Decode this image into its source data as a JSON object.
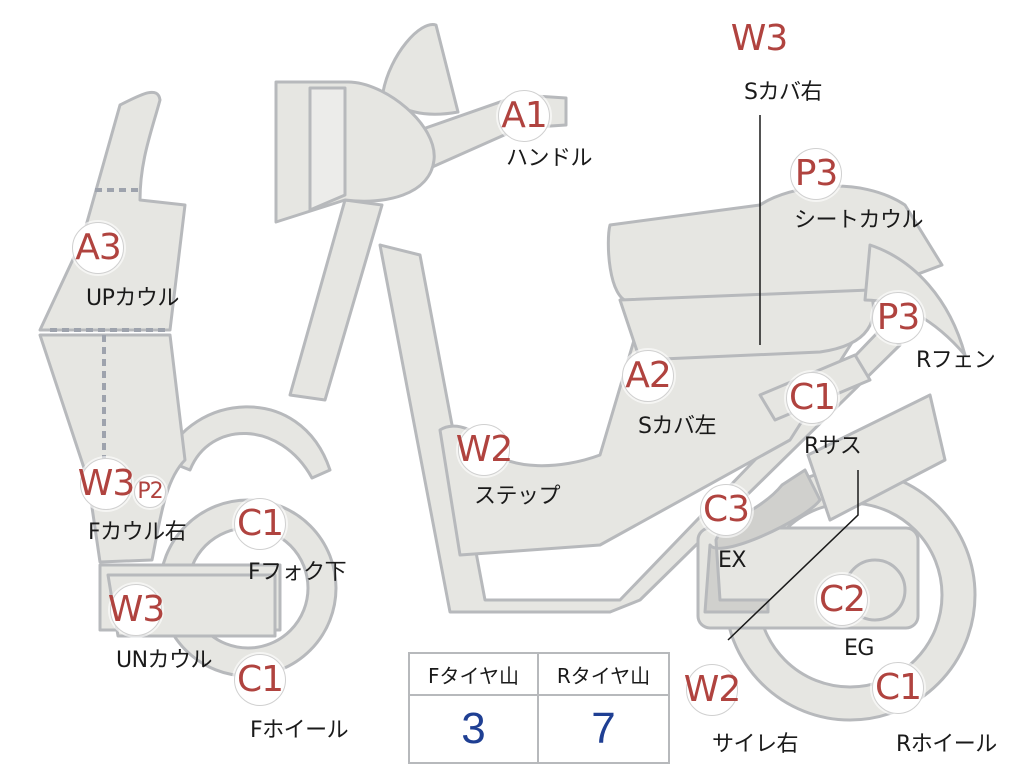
{
  "parts": [
    {
      "key": "handle",
      "code": "A1",
      "label": "ハンドル"
    },
    {
      "key": "up-cowl",
      "code": "A3",
      "label": "UPカウル"
    },
    {
      "key": "s-cover-left",
      "code": "A2",
      "label": "Sカバ左"
    },
    {
      "key": "s-cover-right",
      "code": "W3",
      "label": "Sカバ右"
    },
    {
      "key": "seat-cowl",
      "code": "P3",
      "label": "シートカウル"
    },
    {
      "key": "r-fender",
      "code": "P3",
      "label": "Rフェン"
    },
    {
      "key": "r-suspension",
      "code": "C1",
      "label": "Rサス"
    },
    {
      "key": "step",
      "code": "W2",
      "label": "ステップ"
    },
    {
      "key": "f-cowl-right",
      "code": "W3",
      "code2": "P2",
      "label": "Fカウル右"
    },
    {
      "key": "f-fork-lower",
      "code": "C1",
      "label": "Fフォク下"
    },
    {
      "key": "un-cowl",
      "code": "W3",
      "label": "UNカウル"
    },
    {
      "key": "f-wheel",
      "code": "C1",
      "label": "Fホイール"
    },
    {
      "key": "exhaust",
      "code": "C3",
      "label": "EX"
    },
    {
      "key": "engine",
      "code": "C2",
      "label": "EG"
    },
    {
      "key": "silencer-right",
      "code": "W2",
      "label": "サイレ右"
    },
    {
      "key": "r-wheel",
      "code": "C1",
      "label": "Rホイール"
    }
  ],
  "tread_table": {
    "headers": [
      "Fタイヤ山",
      "Rタイヤ山"
    ],
    "values": [
      "3",
      "7"
    ]
  },
  "colors": {
    "body_fill": "#e6e6e2",
    "body_stroke": "#b7b9bc",
    "code_red": "#b0433f",
    "value_blue": "#1f3f93",
    "dash": "#9ea3ad"
  }
}
